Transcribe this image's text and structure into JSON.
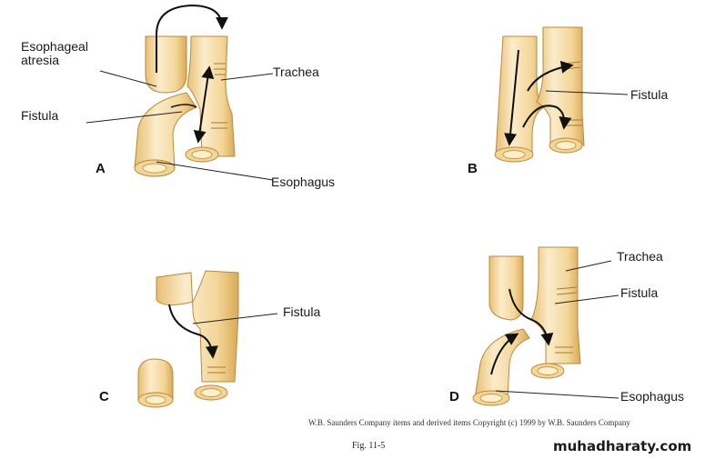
{
  "panels": [
    {
      "letter": "A",
      "labels": {
        "esophageal_atresia": "Esophageal\natresia",
        "trachea": "Trachea",
        "fistula": "Fistula",
        "esophagus": "Esophagus"
      }
    },
    {
      "letter": "B",
      "labels": {
        "fistula": "Fistula"
      }
    },
    {
      "letter": "C",
      "labels": {
        "fistula": "Fistula"
      }
    },
    {
      "letter": "D",
      "labels": {
        "trachea": "Trachea",
        "fistula": "Fistula",
        "esophagus": "Esophagus"
      }
    }
  ],
  "copyright": "W.B. Saunders Company items and derived items Copyright (c) 1999 by W.B. Saunders Company",
  "figure_number": "Fig. 11-5",
  "watermark": "muhadharaty.com",
  "colors": {
    "tube_fill": "#f6dfa6",
    "tube_light": "#fbefcf",
    "tube_shadow": "#d9ae5c",
    "tube_outline": "#b9893b",
    "arrow": "#111111",
    "leader_line": "#222222"
  }
}
